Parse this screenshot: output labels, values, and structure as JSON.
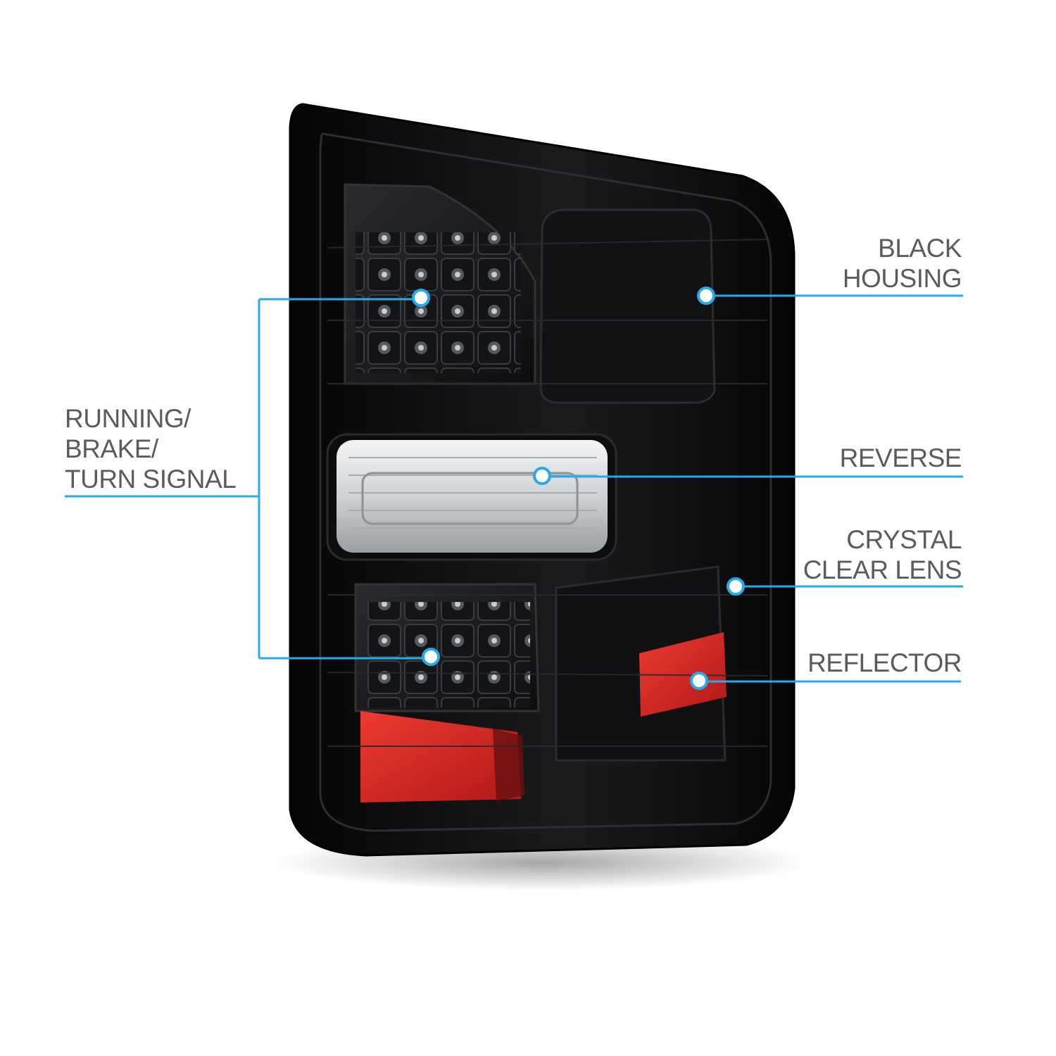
{
  "callouts": {
    "running": {
      "lines": [
        "RUNNING/",
        "BRAKE/",
        "TURN SIGNAL"
      ]
    },
    "black_housing": {
      "lines": [
        "BLACK",
        "HOUSING"
      ]
    },
    "reverse": {
      "lines": [
        "REVERSE"
      ]
    },
    "crystal_clear_lens": {
      "lines": [
        "CRYSTAL",
        "CLEAR LENS"
      ]
    },
    "reflector": {
      "lines": [
        "REFLECTOR"
      ]
    }
  },
  "colors": {
    "leader_line": "#2aa9e8",
    "label_text": "#5b5b5b",
    "housing": "#0b0b0c",
    "reflector_red": "#d42424",
    "reverse_lens": "#e6e8ea"
  }
}
